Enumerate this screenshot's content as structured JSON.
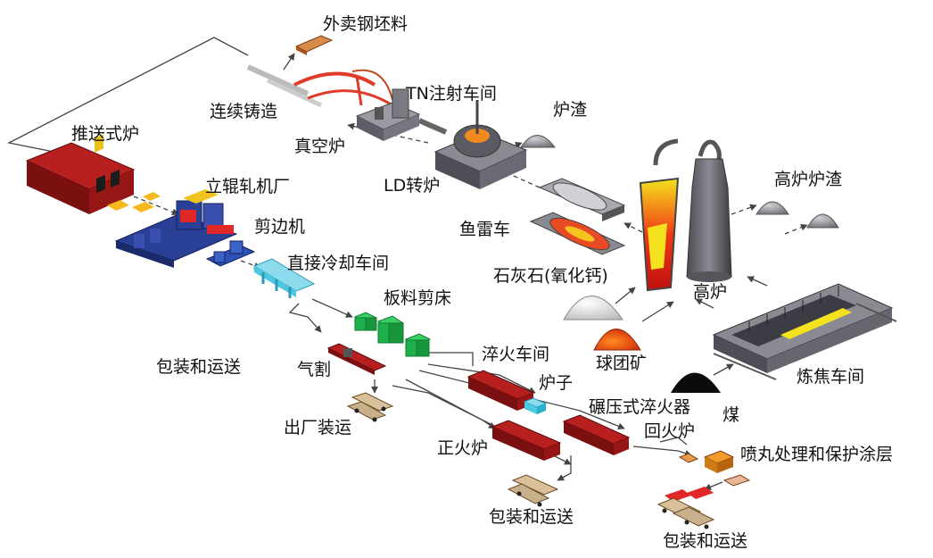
{
  "labels": {
    "external_billet": "外卖钢坯料",
    "tn_injection": "TN注射车间",
    "continuous_casting": "连续铸造",
    "slag": "炉渣",
    "pusher_furnace": "推送式炉",
    "vacuum_furnace": "真空炉",
    "ld_converter": "LD转炉",
    "bf_slag": "高炉炉渣",
    "vertical_rolling_mill": "立辊轧机厂",
    "trimmer": "剪边机",
    "torpedo_car": "鱼雷车",
    "direct_cooling": "直接冷却车间",
    "limestone": "石灰石(氧化钙)",
    "blast_furnace": "高炉",
    "plate_shear": "板料剪床",
    "pack_ship_1": "包装和运送",
    "gas_cut": "气割",
    "quench_shop": "淬火车间",
    "furnace": "炉子",
    "pellet_ore": "球团矿",
    "coking_plant": "炼焦车间",
    "roller_quencher": "碾压式淬火器",
    "coal": "煤",
    "factory_shipping": "出厂装运",
    "tempering_furnace": "回火炉",
    "shot_blast": "喷丸处理和保护涂层",
    "normalizing_furnace": "正火炉",
    "pack_ship_2": "包装和运送",
    "pack_ship_3": "包装和运送"
  },
  "colors": {
    "line": "#444444",
    "steel_dark": "#5a5a62",
    "steel_mid": "#8c8c94",
    "furnace_red": "#a01818",
    "hot_yellow": "#f5d21e",
    "hot_orange": "#ef5a18",
    "cyan": "#4cc8e0",
    "green": "#1eb04a",
    "blue": "#2a3f96"
  }
}
